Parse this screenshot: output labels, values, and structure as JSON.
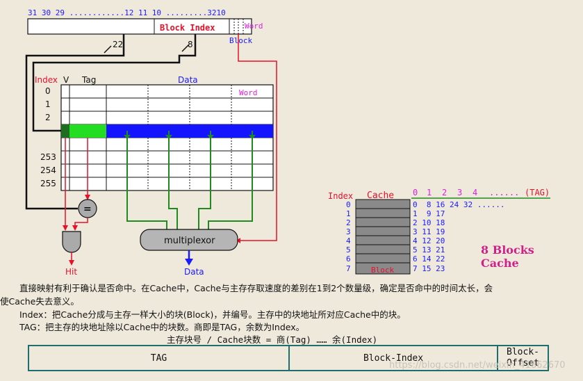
{
  "address": {
    "bits_left": "31 30 29 ............12 11 10 .........3210",
    "block_index": "Block Index",
    "word": "Word",
    "block": "Block",
    "width_tag": "22",
    "width_index": "8"
  },
  "cache": {
    "index_label": "Index",
    "v_label": "V",
    "tag_label": "Tag",
    "data_label": "Data",
    "word_label": "Word",
    "rows_top": [
      "0",
      "1",
      "2"
    ],
    "rows_bottom": [
      "253",
      "254",
      "255"
    ],
    "compare": "=",
    "mux": "multiplexor",
    "hit": "Hit",
    "data_out": "Data"
  },
  "mapping": {
    "index_label": "Index",
    "cache_label": "Cache",
    "tag_header": [
      "0",
      "1",
      "2",
      "3",
      "4",
      "......",
      "(TAG)"
    ],
    "indices": [
      "0",
      "1",
      "2",
      "3",
      "4",
      "5",
      "6",
      "7"
    ],
    "rows": [
      "0  8 16 24 32 ......",
      "1  9 17",
      "2 10 18",
      "3 11 19",
      "4 12 20",
      "5 13 21",
      "6 14 22",
      "7 15 23"
    ],
    "block_label": "Block",
    "title_line1": "8 Blocks",
    "title_line2": "Cache"
  },
  "text": {
    "p1_line1": "直接映射有利于确认是否命中。在Cache中，Cache与主存存取速度的差别在1到2个数量级，确定是否命中的时间太长，会",
    "p1_line2": "使Cache失去意义。",
    "p2": "Index：把Cache分成与主存一样大小的块(Block)，并编号。主存中的块地址所对应Cache中的块。",
    "p3": "TAG：把主存的块地址除以Cache中的块数。商即是TAG，余数为Index。",
    "formula": "主存块号 / Cache块数 = 商(Tag) …… 余(Index)"
  },
  "table": {
    "cells": [
      "TAG",
      "Block-Index",
      "Block-\nOffset"
    ]
  },
  "watermark": "https://blog.csdn.net/weixin_41862670",
  "colors": {
    "red": "#e8102a",
    "blue": "#1a1aff",
    "green_wire": "#1f8a1f",
    "tag_fill": "#22dd22",
    "data_fill": "#1414ff",
    "magenta": "#e020e0",
    "teal": "#1f6e6e",
    "cache_cell": "#8a8a8a"
  }
}
